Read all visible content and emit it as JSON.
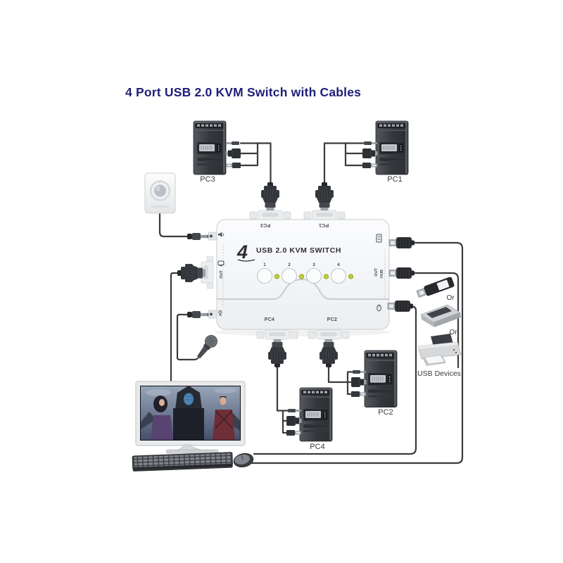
{
  "title": "4 Port USB 2.0 KVM Switch with Cables",
  "kvm": {
    "brand_number": "4",
    "brand_text": "USB 2.0 KVM SWITCH",
    "buttons": [
      "1",
      "2",
      "3",
      "4"
    ],
    "ports": {
      "top_left": "PC3",
      "top_right": "PC1",
      "bottom_left": "PC4",
      "bottom_right": "PC2",
      "monitor_out": "OUT",
      "console_out": "OUT",
      "hub": "HUB"
    }
  },
  "computers": {
    "pc3": "PC3",
    "pc1": "PC1",
    "pc2": "PC2",
    "pc4": "PC4"
  },
  "usb_devices": {
    "or_flash_scanner": "Or",
    "or_scanner_printer": "Or",
    "label": "USB Devices"
  },
  "colors": {
    "title": "#1e1e78",
    "cable": "#3b3b3b",
    "led": "#bfcf30",
    "kvm_body": "#f4f5f6"
  }
}
